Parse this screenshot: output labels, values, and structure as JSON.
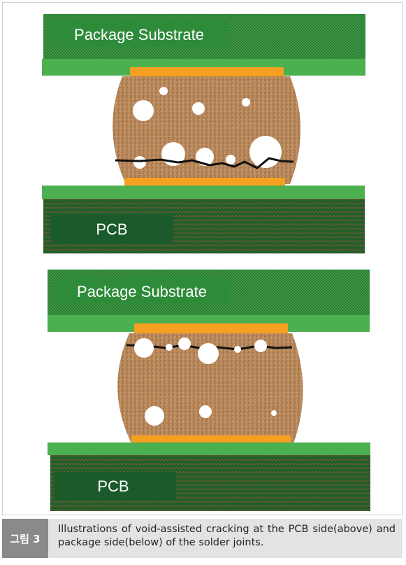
{
  "diagrams": [
    {
      "substrate_label": "Package Substrate",
      "pcb_label": "PCB",
      "crack_side": "PCB side"
    },
    {
      "substrate_label": "Package Substrate",
      "pcb_label": "PCB",
      "crack_side": "package side"
    }
  ],
  "caption": {
    "tag": "그림 3",
    "text": "Illustrations of void-assisted cracking at the PCB side(above) and package side(below) of the solder joints."
  },
  "colors": {
    "substrate_dark": "#2f8f3a",
    "substrate_light": "#4caf50",
    "pad": "#f5a020",
    "solder": "#b8875a",
    "pcb": "#1e5a2a",
    "crack": "#111111",
    "void": "#ffffff"
  }
}
